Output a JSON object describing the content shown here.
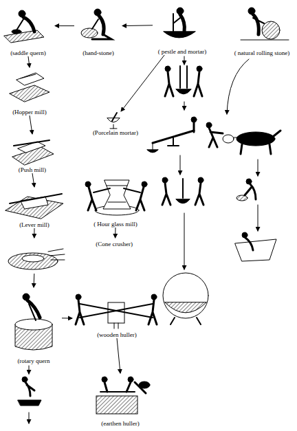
{
  "diagram": {
    "nodes": [
      {
        "text": [
          "(saddle quern)"
        ]
      },
      {
        "text": [
          "(hand-stone)"
        ]
      },
      {
        "text": [
          "( pestle and mortar)"
        ]
      },
      {
        "text": [
          "( natural rolling stone)"
        ]
      },
      {
        "text": [
          "(Hopper mill)"
        ]
      },
      {
        "text": [
          "(Porcelain mortar)"
        ]
      },
      {
        "text": [
          "(Push mill)"
        ]
      },
      {
        "text": [
          "(Lever mill)"
        ]
      },
      {
        "text": [
          "( Hour glass mill)"
        ]
      },
      {
        "text": [
          "(Cone crusher)"
        ]
      },
      {
        "text": [
          "(wooden huller)"
        ]
      },
      {
        "text": [
          "(rotary quern"
        ]
      },
      {
        "text": [
          "(earthen huller)"
        ]
      }
    ],
    "edges": [
      {
        "from": 1,
        "to": 0,
        "arrow": "to"
      },
      {
        "from": 2,
        "to": 1,
        "arrow": "to"
      },
      {
        "from": 2,
        "to": 5,
        "arrow": "to"
      },
      {
        "from": 0,
        "to": 4,
        "arrow": "to"
      },
      {
        "from": 4,
        "to": 6,
        "arrow": "to"
      },
      {
        "from": 6,
        "to": 7,
        "arrow": "to"
      },
      {
        "from": 7,
        "to": 9,
        "arrow": "to"
      },
      {
        "from": 8,
        "to": 9,
        "arrow": "to"
      },
      {
        "from": 9,
        "to": 11,
        "arrow": "to"
      },
      {
        "from": 11,
        "to": 10,
        "arrow": "to"
      },
      {
        "from": 10,
        "to": 12,
        "arrow": "to"
      }
    ]
  }
}
